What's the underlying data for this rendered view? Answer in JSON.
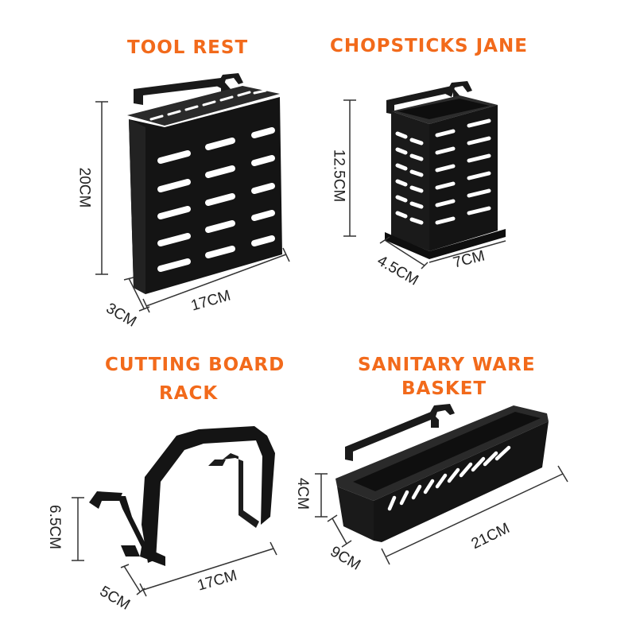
{
  "products": [
    {
      "title": "TOOL REST",
      "dims": {
        "height": "20CM",
        "depth": "3CM",
        "width": "17CM"
      }
    },
    {
      "title": "CHOPSTICKS JANE",
      "dims": {
        "height": "12.5CM",
        "depth": "4.5CM",
        "width": "7CM"
      }
    },
    {
      "title_line1": "CUTTING BOARD",
      "title_line2": "RACK",
      "dims": {
        "height": "6.5CM",
        "depth": "5CM",
        "width": "17CM"
      }
    },
    {
      "title_line1": "SANITARY WARE",
      "title_line2": "BASKET",
      "dims": {
        "height": "4CM",
        "depth": "9CM",
        "width": "21CM"
      }
    }
  ],
  "colors": {
    "title": "#f26a1b",
    "product": "#141414",
    "dimension_line": "#333333"
  }
}
